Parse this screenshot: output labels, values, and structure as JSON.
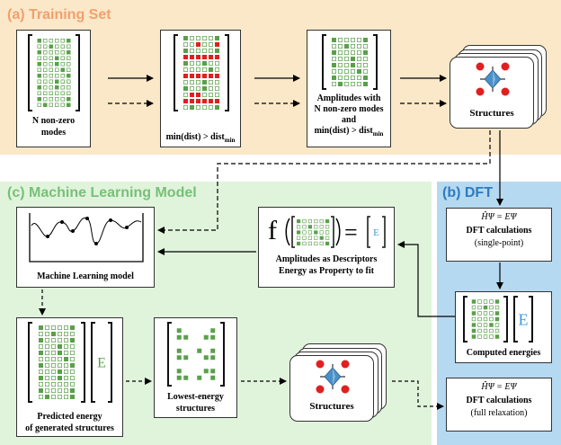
{
  "sections": {
    "training": {
      "title": "(a) Training Set",
      "color": "#f0a070",
      "bg": "#fbe8c8"
    },
    "ml": {
      "title": "(c) Machine Learning Model",
      "color": "#78c078",
      "bg": "#e0f4dc"
    },
    "dft": {
      "title": "(b) DFT",
      "color": "#2e7bbf",
      "bg": "#b6d9f2"
    }
  },
  "training": {
    "step1": {
      "line1": "N non-zero",
      "line2": "modes"
    },
    "step2": {
      "main": "min(dist) > dist",
      "sub": "min"
    },
    "step3": {
      "line1": "Amplitudes with",
      "line2": "N non-zero modes",
      "line3": "and",
      "main": "min(dist) > dist",
      "sub": "min"
    },
    "structures": "Structures"
  },
  "dft": {
    "sp": {
      "equation": "ĤΨ = EΨ",
      "line1": "DFT calculations",
      "line2": "(single-point)"
    },
    "computed": {
      "label": "Computed energies",
      "letter": "E"
    },
    "fr": {
      "equation": "ĤΨ = EΨ",
      "line1": "DFT calculations",
      "line2": "(full relaxation)"
    }
  },
  "ml": {
    "model_label": "Machine Learning model",
    "fit": {
      "f": "f",
      "equals": "=",
      "letter": "E",
      "line1": "Amplitudes as Descriptors",
      "line2": "Energy as Property to fit"
    },
    "predicted": {
      "letter": "E",
      "line1": "Predicted energy",
      "line2": "of generated structures"
    },
    "lowest": {
      "line1": "Lowest-energy",
      "line2": "structures"
    },
    "structures": "Structures"
  },
  "colors": {
    "green": "#5aa04a",
    "red": "#e02020",
    "blue": "#3a9ad8",
    "crystal": "#4a90c8"
  }
}
